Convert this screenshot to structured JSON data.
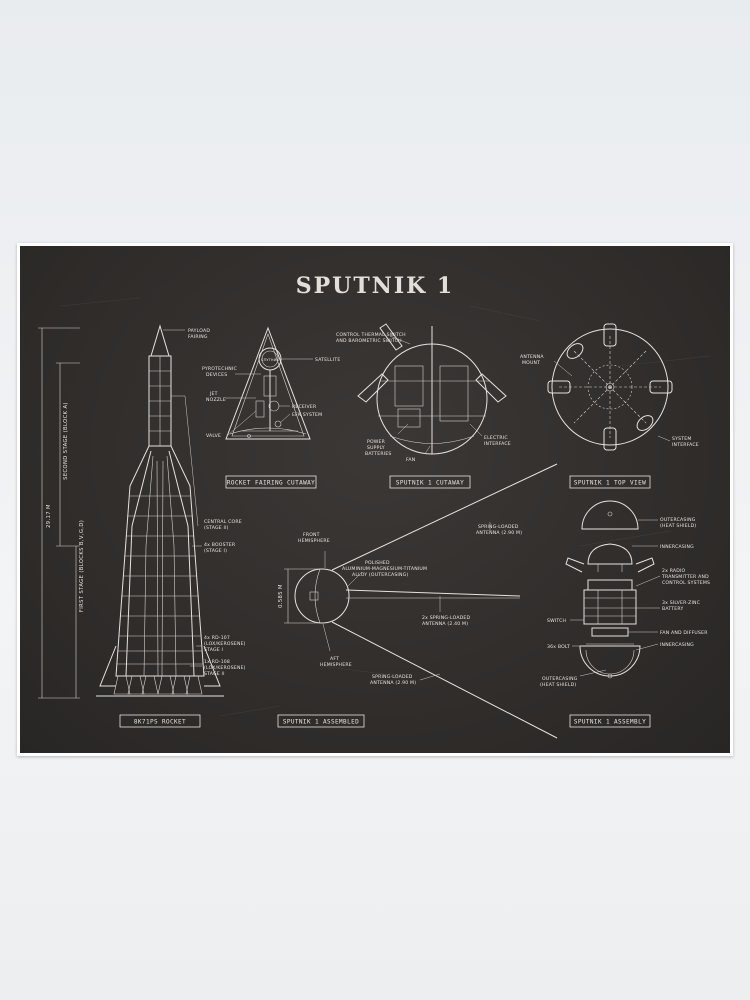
{
  "poster": {
    "title": "SPUTNIK 1",
    "colors": {
      "board": "#302d2b",
      "ink": "#e6e3de",
      "frame": "#ffffff",
      "wall": "#eceef0"
    }
  },
  "rocket": {
    "caption": "8K71PS ROCKET",
    "dim_total": "29.17 M",
    "dim_second": "SECOND STAGE (BLOCK A)",
    "dim_first": "FIRST STAGE (BLOCKS B,V,G,D)",
    "labels": {
      "payload_1": "PAYLOAD",
      "payload_2": "FAIRING",
      "core_1": "CENTRAL CORE",
      "core_2": "(STAGE II)",
      "booster_1": "4x BOOSTER",
      "booster_2": "(STAGE I)",
      "rd107_1": "4x RD-107",
      "rd107_2": "(LOX/KEROSENE)",
      "rd107_3": "STAGE I",
      "rd108_1": "1x RD-108",
      "rd108_2": "(LOX/KEROSENE)",
      "rd108_3": "STAGE II"
    }
  },
  "fairing": {
    "caption": "ROCKET FAIRING CUTAWAY",
    "labels": {
      "pyro_1": "PYROTECHNIC",
      "pyro_2": "DEVICES",
      "jet_1": "JET",
      "jet_2": "NOZZLE",
      "valve": "VALVE",
      "satellite": "SATELLITE",
      "receiver": "RECEIVER",
      "efk": "EFK SYSTEM",
      "stamp": "СПУТНИК"
    }
  },
  "cutaway": {
    "caption": "SPUTNIK 1 CUTAWAY",
    "labels": {
      "thermal_1": "CONTROL THERMAL SWITCH",
      "thermal_2": "AND BAROMETRIC SWITCH",
      "power_1": "POWER",
      "power_2": "SUPPLY",
      "power_3": "BATTERIES",
      "fan": "FAN",
      "electric_1": "ELECTRIC",
      "electric_2": "INTERFACE"
    }
  },
  "topview": {
    "caption": "SPUTNIK 1 TOP VIEW",
    "labels": {
      "antenna_1": "ANTENNA",
      "antenna_2": "MOUNT",
      "system_1": "SYSTEM",
      "system_2": "INTERFACE"
    }
  },
  "assembled": {
    "caption": "SPUTNIK 1 ASSEMBLED",
    "dim": "0.585 M",
    "labels": {
      "front_1": "FRONT",
      "front_2": "HEMISPHERE",
      "polished_1": "POLISHED",
      "polished_2": "ALUMINIUM-MAGNESIUM-TITANIUM",
      "polished_3": "ALLOY (OUTERCASING)",
      "aft_1": "AFT",
      "aft_2": "HEMISPHERE",
      "ant1_1": "SPRING-LOADED",
      "ant1_2": "ANTENNA (2.90 M)",
      "ant2_1": "2x SPRING-LOADED",
      "ant2_2": "ANTENNA (2.40 M)",
      "ant3_1": "SPRING-LOADED",
      "ant3_2": "ANTENNA (2.90 M)"
    }
  },
  "assembly": {
    "caption": "SPUTNIK 1 ASSEMBLY",
    "labels": {
      "outer_top_1": "OUTERCASING",
      "outer_top_2": "(HEAT SHIELD)",
      "inner_top": "INNERCASING",
      "radio_1": "2x RADIO",
      "radio_2": "TRANSMITTER AND",
      "radio_3": "CONTROL SYSTEMS",
      "battery_1": "3x SILVER-ZINC",
      "battery_2": "BATTERY",
      "switch": "SWITCH",
      "fan": "FAN AND DIFFUSER",
      "bolt": "36x BOLT",
      "inner_bottom": "INNERCASING",
      "outer_bottom_1": "OUTERCASING",
      "outer_bottom_2": "(HEAT SHIELD)"
    }
  }
}
